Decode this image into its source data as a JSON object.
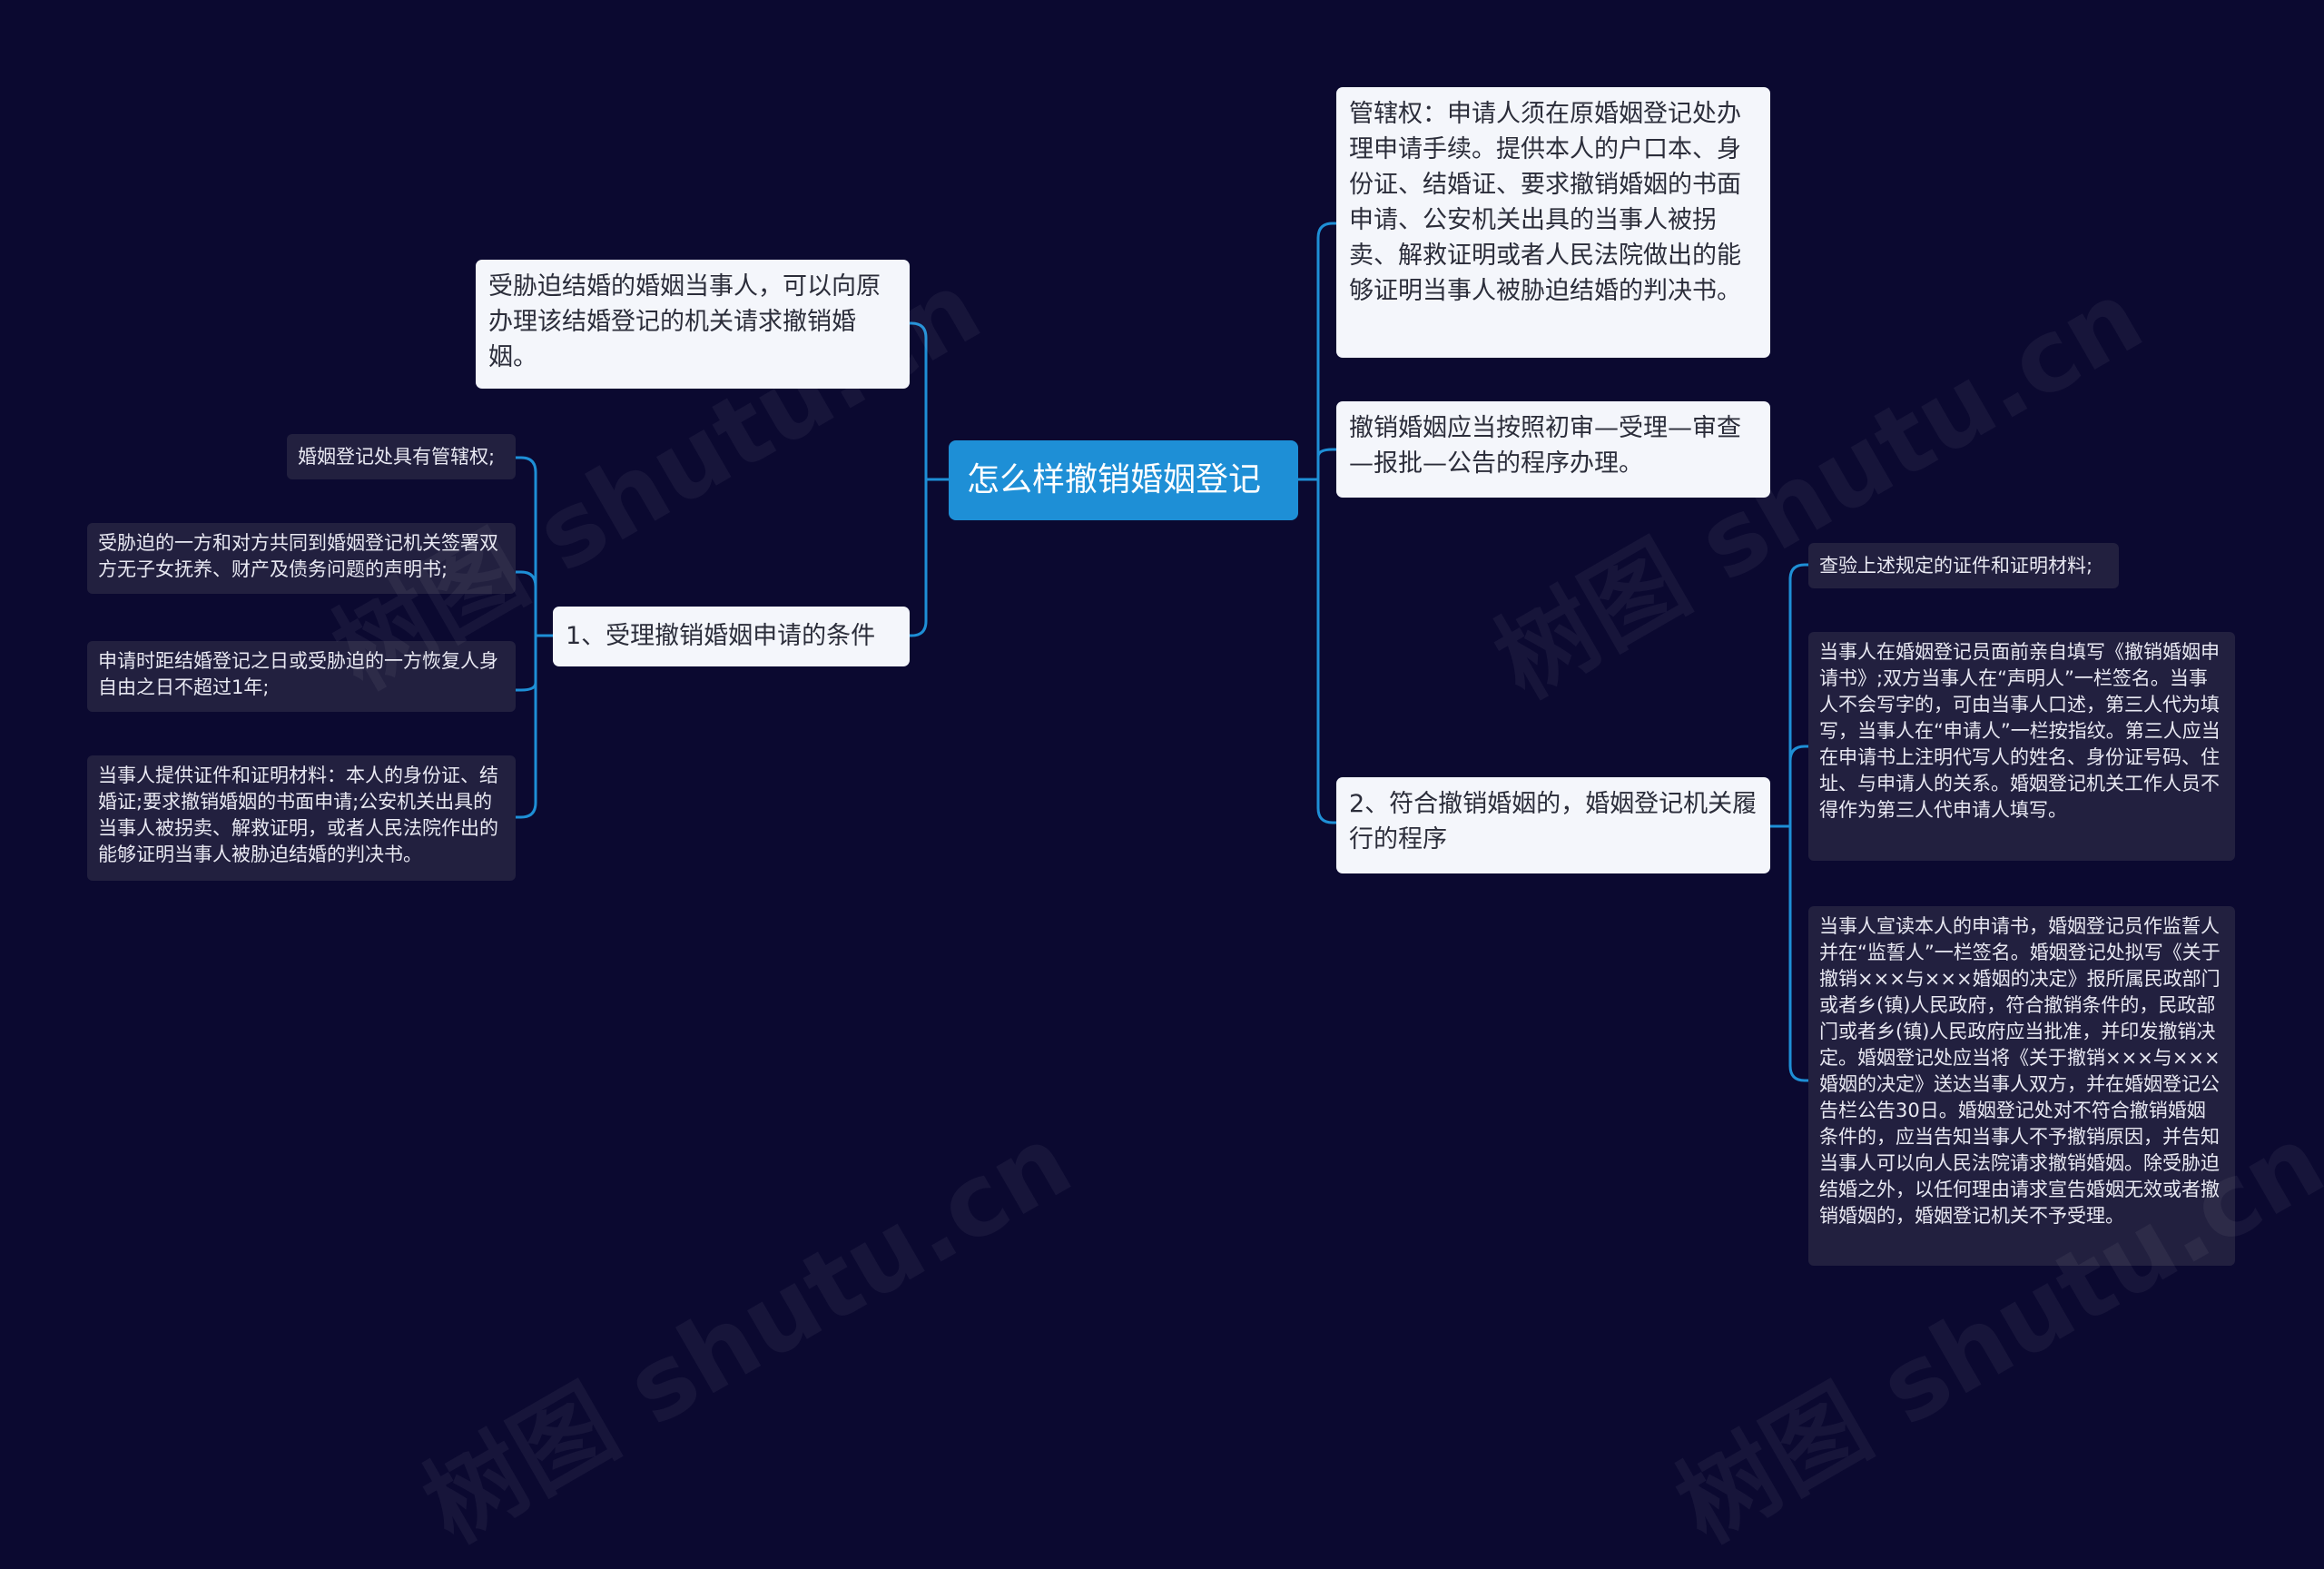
{
  "center": {
    "label": "怎么样撤销婚姻登记"
  },
  "left": {
    "coerced": "受胁迫结婚的婚姻当事人，可以向原办理该结婚登记的机关请求撤销婚姻。",
    "conditions": {
      "label": "1、受理撤销婚姻申请的条件",
      "items": [
        "婚姻登记处具有管辖权;",
        "受胁迫的一方和对方共同到婚姻登记机关签署双方无子女抚养、财产及债务问题的声明书;",
        "申请时距结婚登记之日或受胁迫的一方恢复人身自由之日不超过1年;",
        "当事人提供证件和证明材料：本人的身份证、结婚证;要求撤销婚姻的书面申请;公安机关出具的当事人被拐卖、解救证明，或者人民法院作出的能够证明当事人被胁迫结婚的判决书。"
      ]
    }
  },
  "right": {
    "jurisdiction": "管辖权：申请人须在原婚姻登记处办理申请手续。提供本人的户口本、身份证、结婚证、要求撤销婚姻的书面申请、公安机关出具的当事人被拐卖、解救证明或者人民法院做出的能够证明当事人被胁迫结婚的判决书。",
    "procedure_order": "撤销婚姻应当按照初审—受理—审查—报批—公告的程序办理。",
    "procedure": {
      "label": "2、符合撤销婚姻的，婚姻登记机关履行的程序",
      "items": [
        "查验上述规定的证件和证明材料;",
        "当事人在婚姻登记员面前亲自填写《撤销婚姻申请书》;双方当事人在“声明人”一栏签名。当事人不会写字的，可由当事人口述，第三人代为填写，当事人在“申请人”一栏按指纹。第三人应当在申请书上注明代写人的姓名、身份证号码、住址、与申请人的关系。婚姻登记机关工作人员不得作为第三人代申请人填写。",
        "当事人宣读本人的申请书，婚姻登记员作监誓人并在“监誓人”一栏签名。婚姻登记处拟写《关于撤销×××与×××婚姻的决定》报所属民政部门或者乡(镇)人民政府，符合撤销条件的，民政部门或者乡(镇)人民政府应当批准，并印发撤销决定。婚姻登记处应当将《关于撤销×××与×××婚姻的决定》送达当事人双方，并在婚姻登记公告栏公告30日。婚姻登记处对不符合撤销婚姻条件的，应当告知当事人不予撤销原因，并告知当事人可以向人民法院请求撤销婚姻。除受胁迫结婚之外，以任何理由请求宣告婚姻无效或者撤销婚姻的，婚姻登记机关不予受理。"
      ]
    }
  },
  "watermark": "树图 shutu.cn",
  "colors": {
    "background": "#0b0930",
    "center": "#1e8fd6",
    "link": "#1e8fd6",
    "light_node": "#f4f6fb",
    "dark_node": "#22203f"
  }
}
